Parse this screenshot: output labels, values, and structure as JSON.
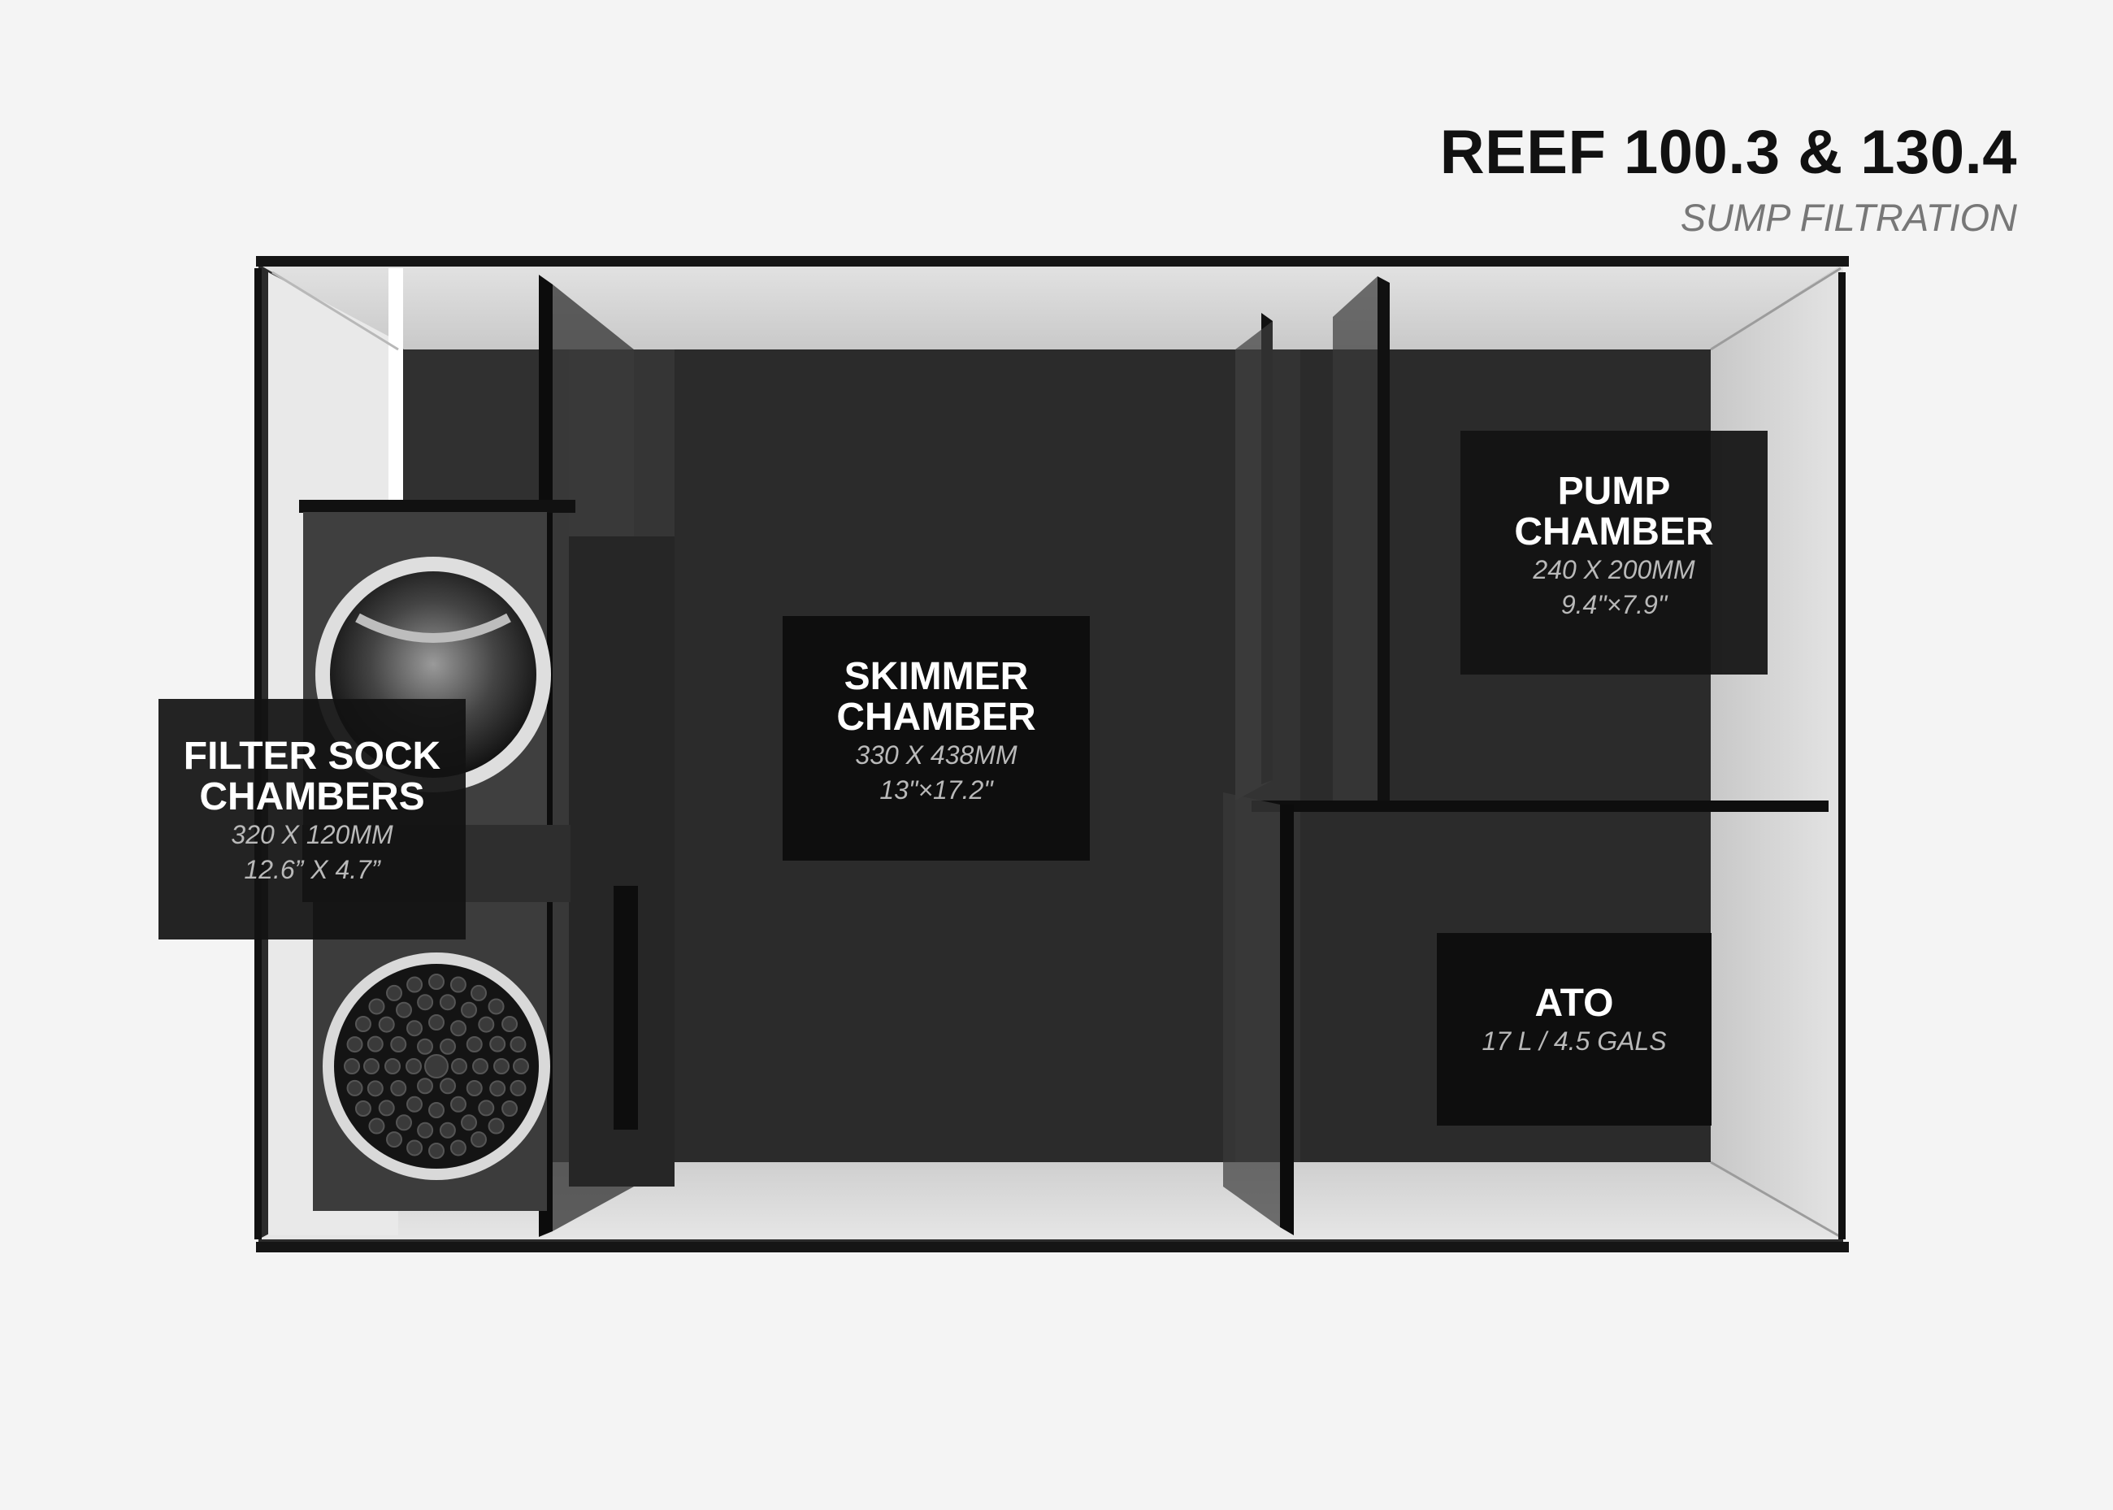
{
  "header": {
    "title": "REEF 100.3 & 130.4",
    "subtitle": "SUMP FILTRATION"
  },
  "chambers": {
    "filter_sock": {
      "title_line1": "FILTER SOCK",
      "title_line2": "CHAMBERS",
      "dim_metric": "320 X 120MM",
      "dim_imperial": "12.6” X 4.7”"
    },
    "skimmer": {
      "title_line1": "SKIMMER",
      "title_line2": "CHAMBER",
      "dim_metric": "330 X 438MM",
      "dim_imperial": "13\"×17.2\""
    },
    "pump": {
      "title_line1": "PUMP",
      "title_line2": "CHAMBER",
      "dim_metric": "240 X 200MM",
      "dim_imperial": "9.4\"×7.9\""
    },
    "ato": {
      "title": "ATO",
      "capacity": "17 L / 4.5 GALS"
    }
  },
  "colors": {
    "background": "#f4f4f4",
    "tank_interior": "#2b2b2b",
    "glass": "#d8d8d8",
    "frame": "#111111",
    "label_bg": "#0e0e0e"
  }
}
